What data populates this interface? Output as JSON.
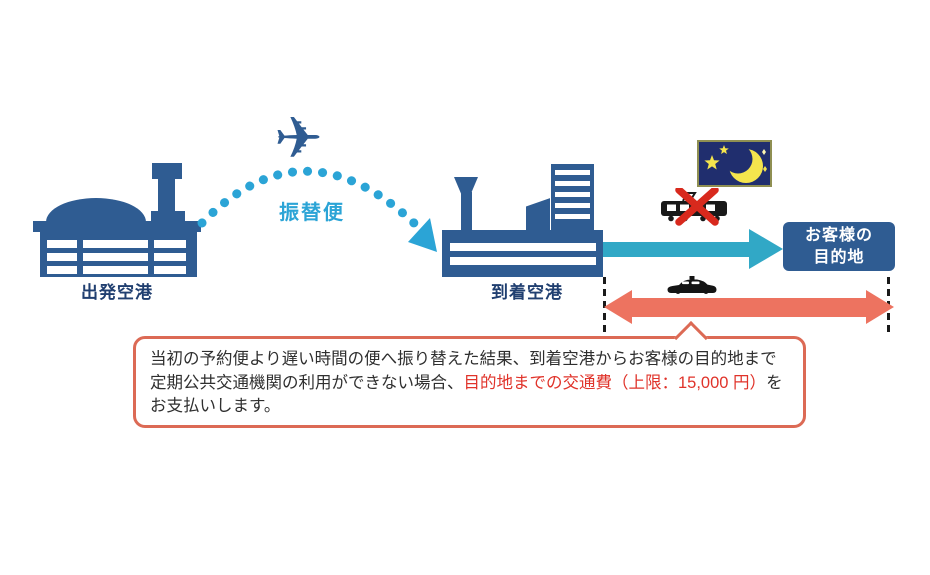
{
  "departure_airport": {
    "label": "出発空港"
  },
  "transfer_flight": {
    "label": "振替便"
  },
  "arrival_airport": {
    "label": "到着空港"
  },
  "destination_box": {
    "line1": "お客様の",
    "line2": "目的地"
  },
  "icons": {
    "airplane_glyph": "✈",
    "airplane": "airplane-icon",
    "night": "night-moon-stars-icon",
    "train_no_service": "train-crossed-out-icon",
    "taxi": "taxi-icon"
  },
  "callout": {
    "line1": "当初の予約便より遅い時間の便へ振り替えた結果、到着空港からお客様の目的地まで",
    "line2_black": "定期公共交通機関の利用ができない場合、",
    "line2_red": "目的地までの交通費（上限：15,000 円）",
    "line2_tail": "を",
    "line3": "お支払いします。"
  },
  "colors": {
    "building_blue": "#2f5c92",
    "label_navy": "#203f70",
    "arc_light_blue": "#2ba4d6",
    "route_teal": "#31a8c6",
    "range_salmon": "#ed7360",
    "callout_border": "#dc6a55",
    "emphasis_red": "#e0332a",
    "night_navy": "#202e6e",
    "night_frame_olive": "#8f8f52",
    "moon_yellow": "#f5e54d",
    "icon_black": "#191919"
  }
}
